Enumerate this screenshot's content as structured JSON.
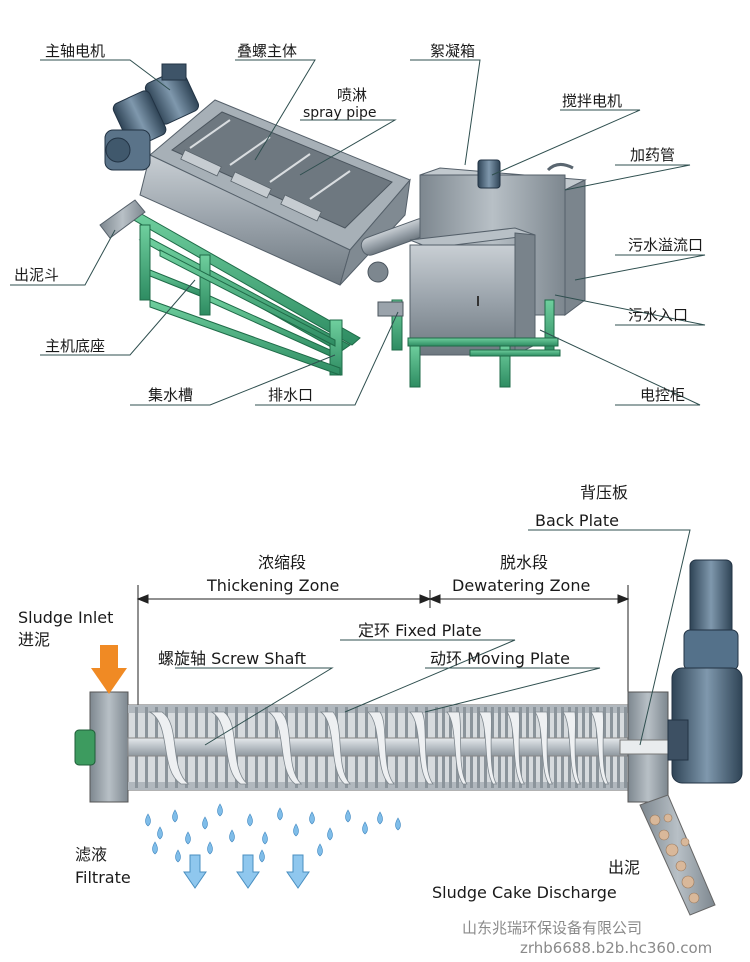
{
  "top_diagram": {
    "labels": {
      "main_motor": "主轴电机",
      "screw_body": "叠螺主体",
      "spray_cn": "喷淋",
      "spray_en": "spray pipe",
      "flocculation_tank": "絮凝箱",
      "mixer_motor": "搅拌电机",
      "dosing_pipe": "加药管",
      "sludge_hopper": "出泥斗",
      "overflow_outlet": "污水溢流口",
      "sewage_inlet": "污水入口",
      "main_base": "主机底座",
      "water_tank": "集水槽",
      "drain_outlet": "排水口",
      "control_cabinet": "电控柜"
    }
  },
  "bottom_diagram": {
    "labels": {
      "back_plate_cn": "背压板",
      "back_plate_en": "Back Plate",
      "thickening_cn": "浓缩段",
      "thickening_en": "Thickening Zone",
      "dewatering_cn": "脱水段",
      "dewatering_en": "Dewatering Zone",
      "sludge_inlet_en": "Sludge Inlet",
      "sludge_inlet_cn": "进泥",
      "fixed_plate": "定环 Fixed Plate",
      "screw_shaft": "螺旋轴 Screw Shaft",
      "moving_plate": "动环 Moving Plate",
      "filtrate_cn": "滤液",
      "filtrate_en": "Filtrate",
      "discharge_cn": "出泥",
      "discharge_en": "Sludge Cake Discharge"
    }
  },
  "watermark": {
    "company": "山东兆瑞环保设备有限公司",
    "url": "zrhb6688.b2b.hc360.com"
  },
  "colors": {
    "frame_green": "#3fa37a",
    "machine_grey": "#8f9aa3",
    "inlet_orange": "#f08a24",
    "filtrate_blue": "#6fb7e8",
    "motor_blue": "#4f6d86"
  }
}
